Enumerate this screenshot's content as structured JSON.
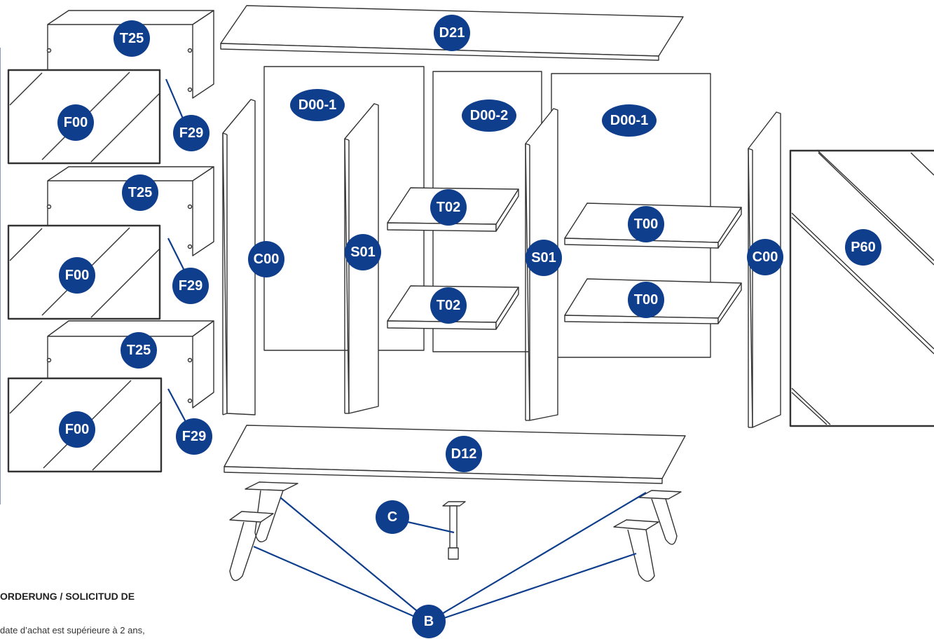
{
  "colors": {
    "label_fill": "#0f3e8c",
    "label_text": "#ffffff",
    "line": "#333333",
    "leader": "#0f3e8c"
  },
  "text": {
    "heading": "ORDERUNG / SOLICITUD DE",
    "body": "date d’achat est supérieure à 2 ans,"
  },
  "labels": {
    "t25_1": "T25",
    "t25_2": "T25",
    "t25_3": "T25",
    "f00_1": "F00",
    "f00_2": "F00",
    "f00_3": "F00",
    "f29_1": "F29",
    "f29_2": "F29",
    "f29_3": "F29",
    "d21": "D21",
    "d00_1_left": "D00-1",
    "d00_2": "D00-2",
    "d00_1_right": "D00-1",
    "c00_left": "C00",
    "c00_right": "C00",
    "s01_left": "S01",
    "s01_right": "S01",
    "t02_top": "T02",
    "t02_bottom": "T02",
    "t00_top": "T00",
    "t00_bottom": "T00",
    "p60": "P60",
    "d12": "D12",
    "c": "C",
    "b": "B"
  }
}
